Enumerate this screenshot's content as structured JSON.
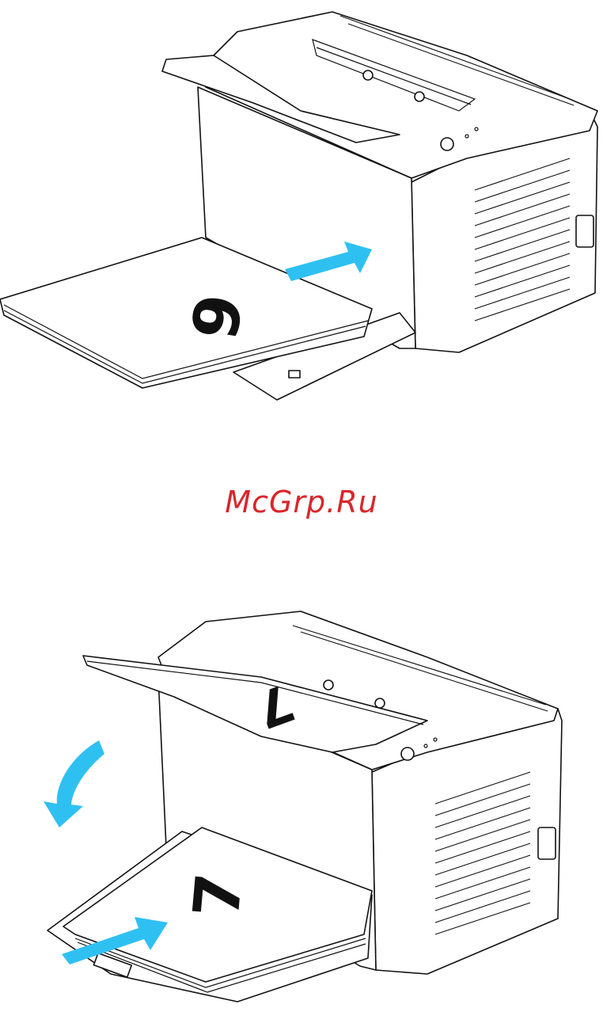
{
  "watermark": {
    "text": "McGrp.Ru"
  },
  "illustrations": [
    {
      "name": "load-paper-manual-feed",
      "digit_on_paper": "6",
      "arrows": [
        "insert-arrow"
      ]
    },
    {
      "name": "load-paper-tray",
      "digit_on_paper": "7",
      "arrows": [
        "fold-down-arrow",
        "insert-arrow"
      ]
    }
  ],
  "colors": {
    "accent_arrow": "#2fc0f2",
    "watermark": "#d8262b",
    "line": "#111111"
  }
}
